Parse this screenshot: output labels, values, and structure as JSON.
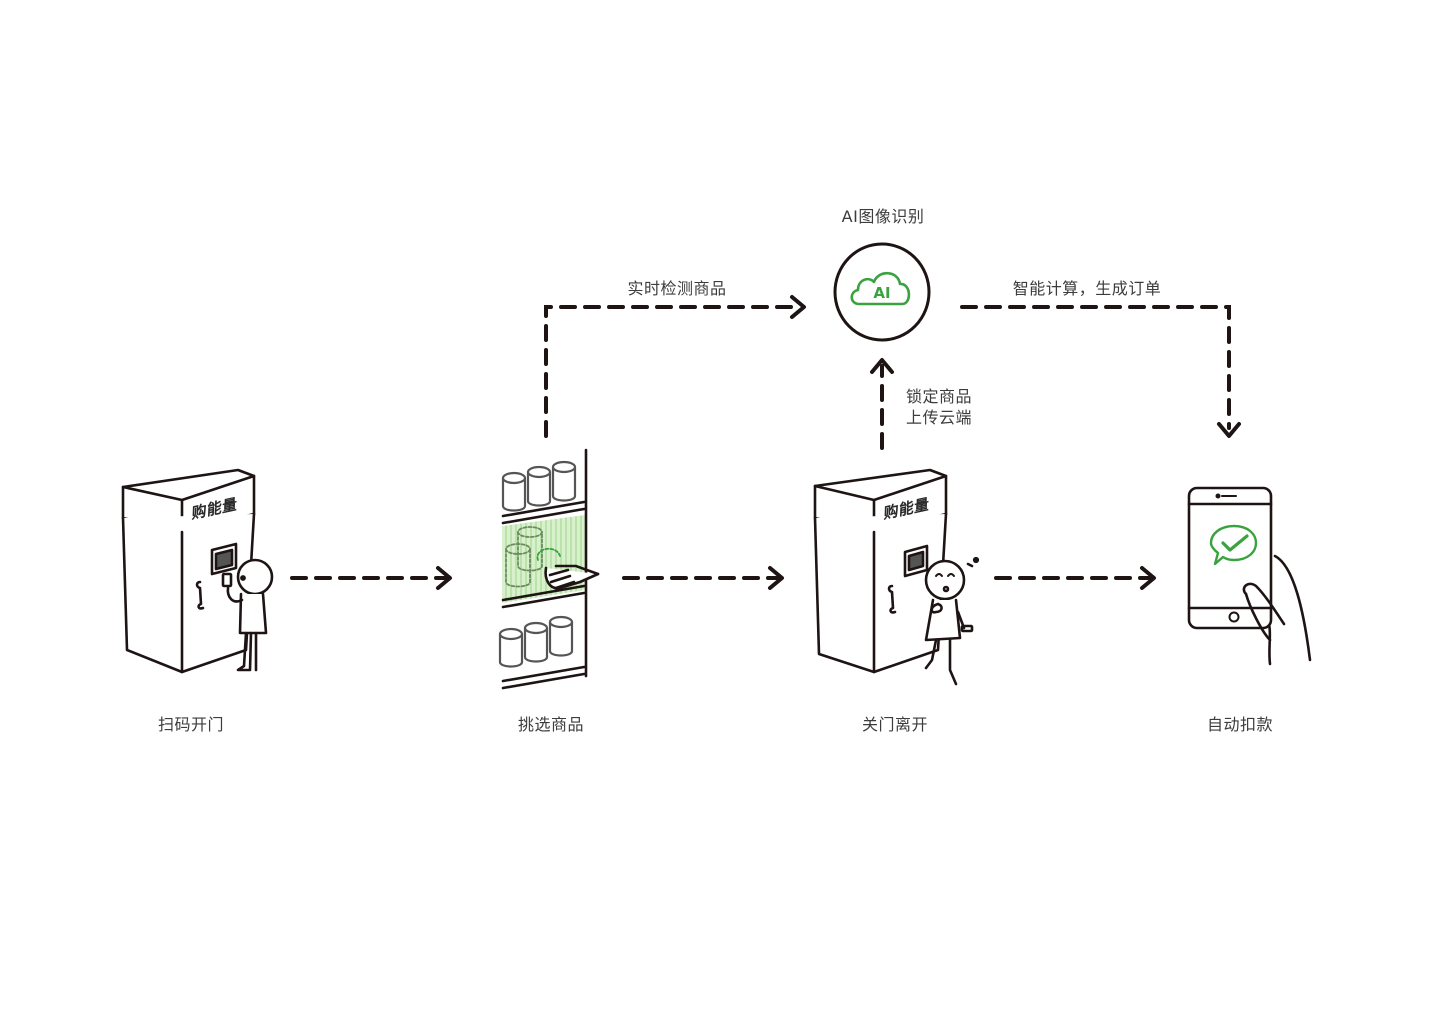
{
  "diagram": {
    "type": "process-flow",
    "colors": {
      "line": "#1e1414",
      "accent_green": "#3aa23f",
      "shelf_highlight": "#c9ebbb",
      "text": "#3c3c3c"
    },
    "brand_text": "购能量",
    "steps": [
      {
        "id": "scan",
        "label": "扫码开门",
        "icon": "kiosk-scan-icon"
      },
      {
        "id": "pick",
        "label": "挑选商品",
        "icon": "shelf-pick-icon"
      },
      {
        "id": "leave",
        "label": "关门离开",
        "icon": "kiosk-leave-icon"
      },
      {
        "id": "pay",
        "label": "自动扣款",
        "icon": "phone-pay-icon"
      }
    ],
    "ai_node": {
      "title": "AI图像识别",
      "badge": "AI",
      "icon": "ai-cloud-icon"
    },
    "edges": [
      {
        "from": "scan",
        "to": "pick",
        "label": ""
      },
      {
        "from": "pick",
        "to": "leave",
        "label": ""
      },
      {
        "from": "leave",
        "to": "pay",
        "label": ""
      },
      {
        "from": "pick",
        "to": "ai",
        "label": "实时检测商品"
      },
      {
        "from": "leave",
        "to": "ai",
        "label_lines": [
          "锁定商品",
          "上传云端"
        ]
      },
      {
        "from": "ai",
        "to": "pay",
        "label": "智能计算，生成订单"
      }
    ]
  }
}
